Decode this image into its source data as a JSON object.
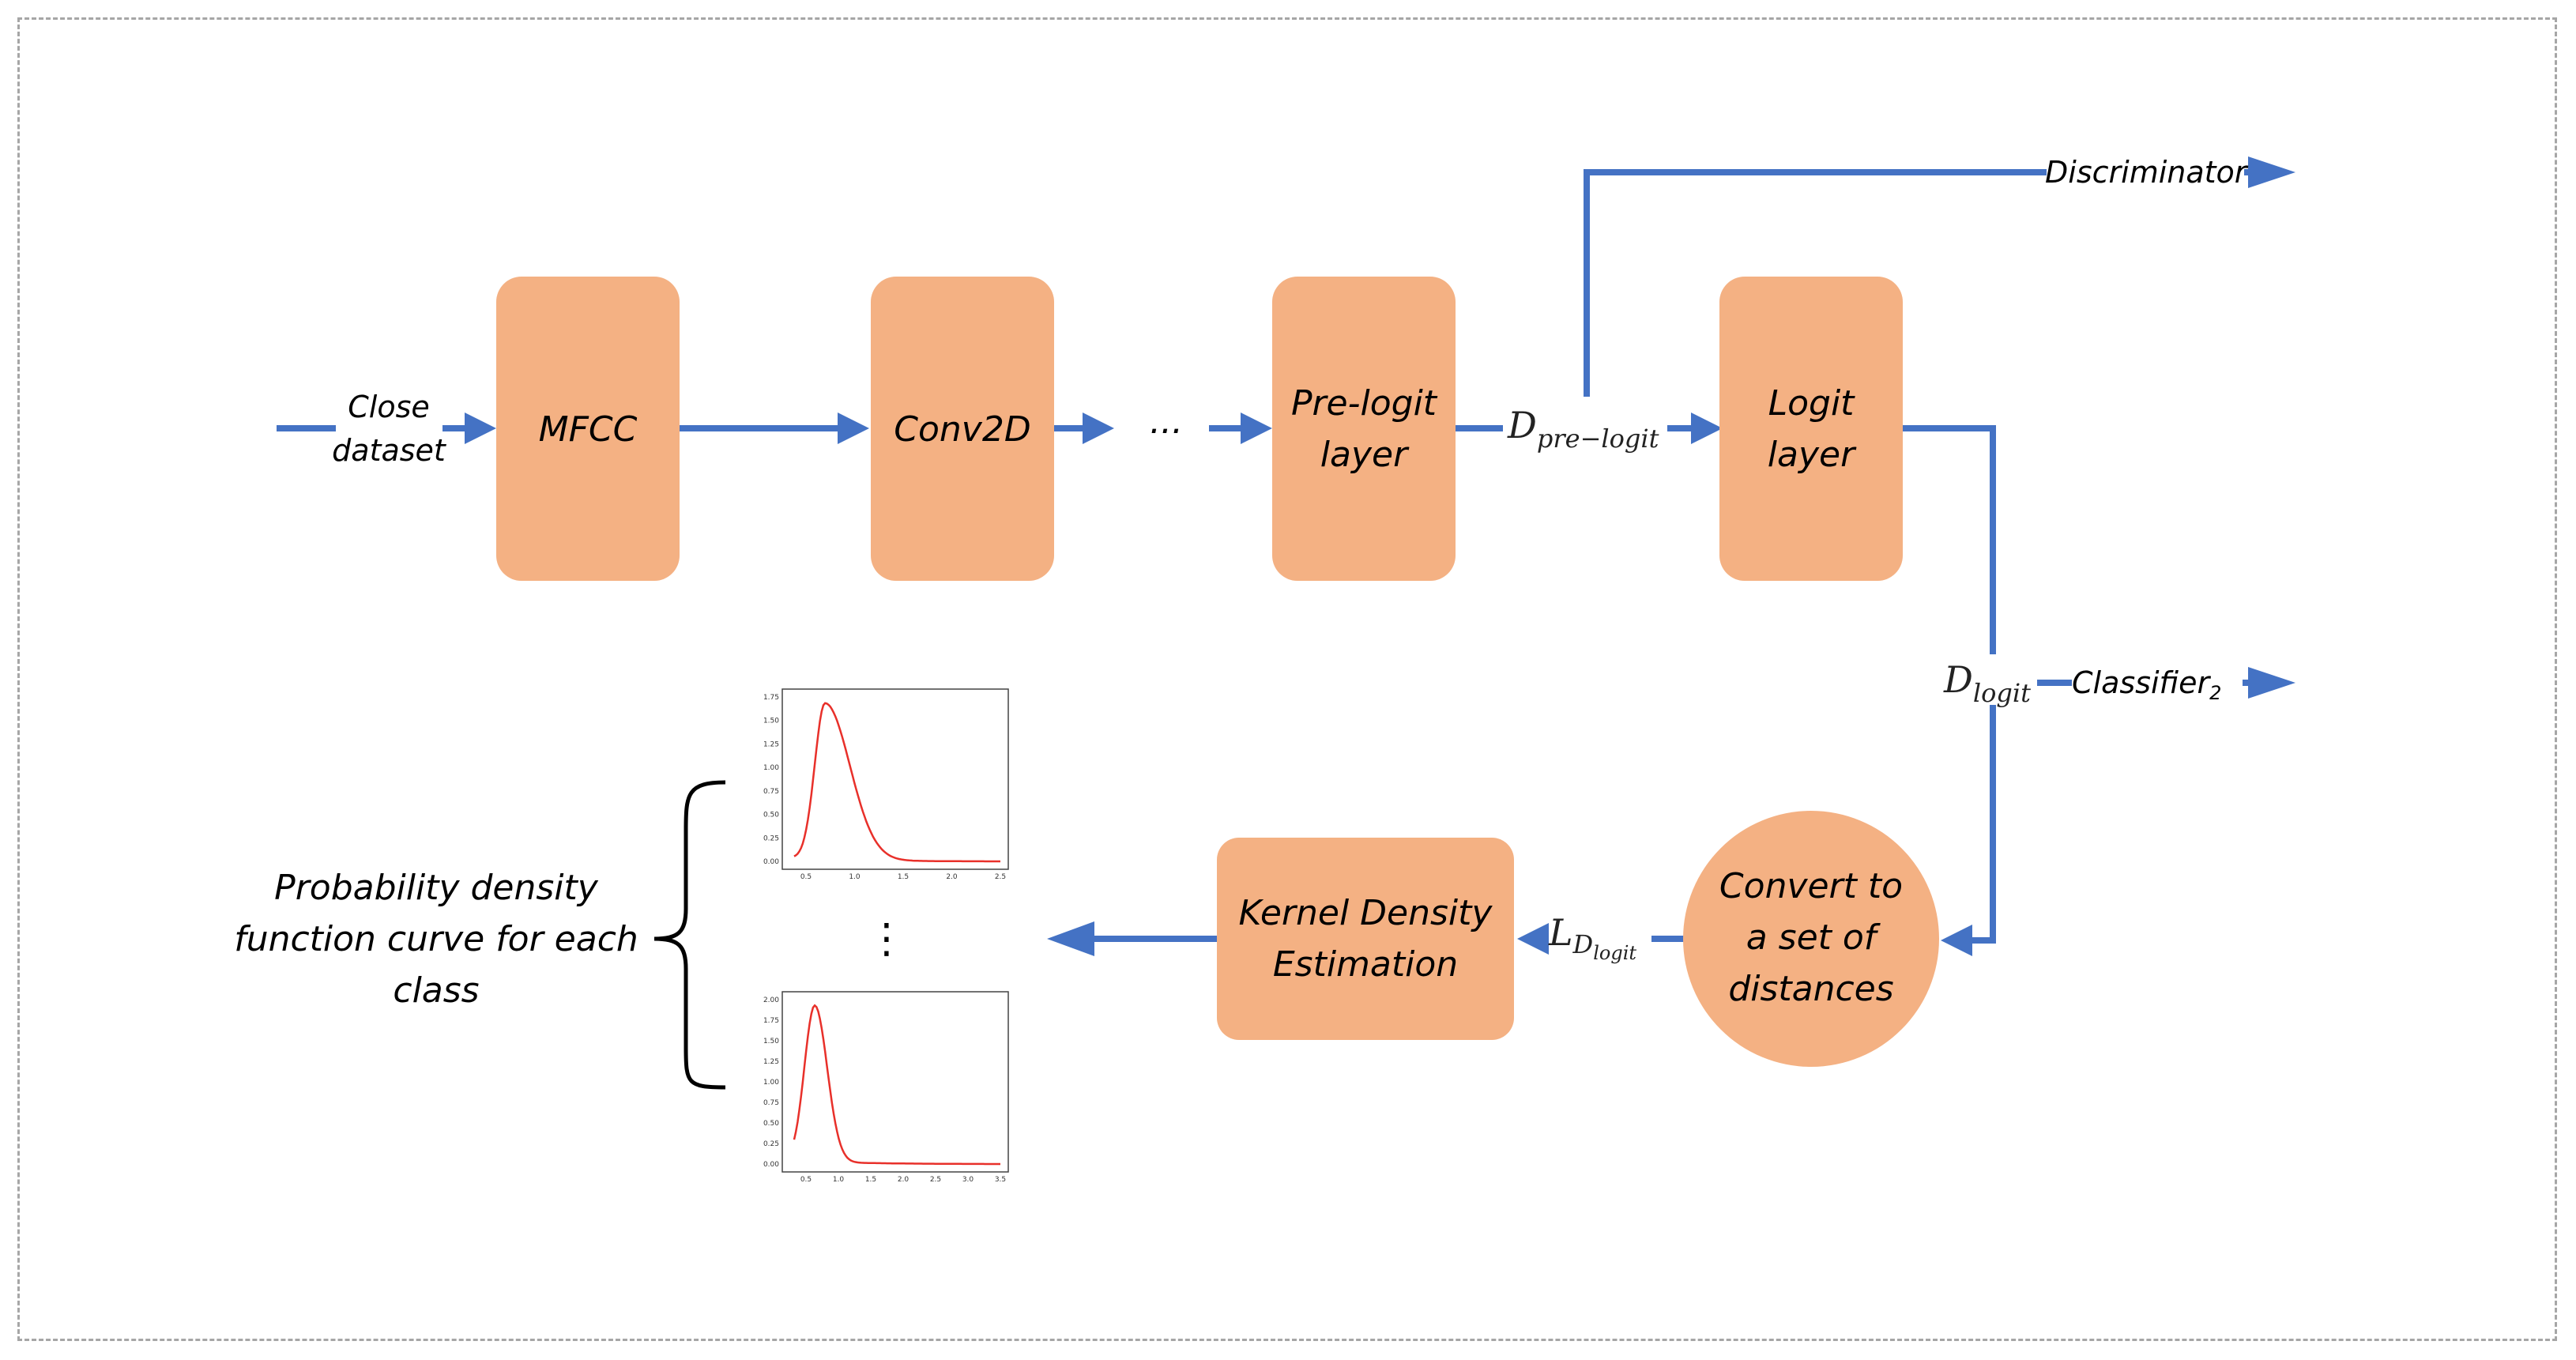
{
  "nodes": {
    "input_label": [
      "Close",
      "dataset"
    ],
    "mfcc": "MFCC",
    "conv2d": "Conv2D",
    "ellipsis": "...",
    "prelogit": [
      "Pre-logit",
      "layer"
    ],
    "logit": [
      "Logit",
      "layer"
    ],
    "convert": [
      "Convert to",
      "a set of",
      "distances"
    ],
    "kde": [
      "Kernel Density",
      "Estimation"
    ]
  },
  "edge_labels": {
    "d_prelogit_main": "D",
    "d_prelogit_sub": "pre−logit",
    "d_logit_main": "D",
    "d_logit_sub": "logit",
    "l_dlogit_main": "L",
    "l_dlogit_sub_main": "D",
    "l_dlogit_sub_sub": "logit",
    "discriminator": "Discriminator",
    "classifier_main": "Classifier",
    "classifier_sub": "2"
  },
  "output_label": [
    "Probability density",
    "function curve for each",
    "class"
  ],
  "vertical_ellipsis": "⋮",
  "colors": {
    "box": "#f4b183",
    "arrow": "#4472c4",
    "curve": "#e8302a",
    "frame": "#a6a6a6"
  },
  "thumbnails": [
    {
      "xticks": [
        "0.5",
        "1.0",
        "1.5",
        "2.0",
        "2.5"
      ],
      "yticks": [
        "0.00",
        "0.25",
        "0.50",
        "0.75",
        "1.00",
        "1.25",
        "1.50",
        "1.75"
      ]
    },
    {
      "xticks": [
        "0.5",
        "1.0",
        "1.5",
        "2.0",
        "2.5",
        "3.0",
        "3.5"
      ],
      "yticks": [
        "0.00",
        "0.25",
        "0.50",
        "0.75",
        "1.00",
        "1.25",
        "1.50",
        "1.75",
        "2.00"
      ]
    }
  ]
}
